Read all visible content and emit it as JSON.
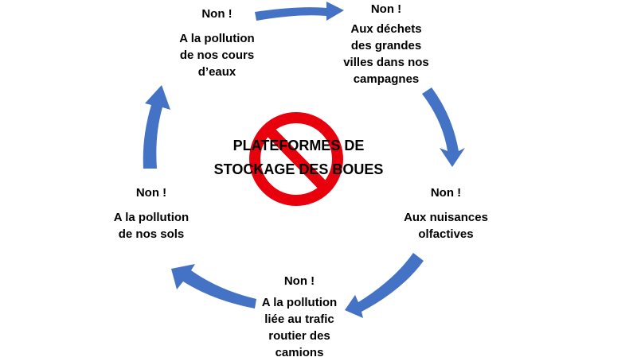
{
  "center": {
    "title": "PLATEFORMES DE\nSTOCKAGE DES BOUES",
    "icon": "no-entry-sign-icon"
  },
  "nodes": [
    {
      "id": "top-left",
      "head": "Non !",
      "body": "A la pollution\nde nos cours\nd’eaux"
    },
    {
      "id": "top-right",
      "head": "Non !",
      "body": "Aux déchets\ndes grandes\nvilles dans nos\ncampagnes"
    },
    {
      "id": "right",
      "head": "Non !",
      "body": "Aux nuisances\nolfactives"
    },
    {
      "id": "bottom",
      "head": "Non !",
      "body": "A la pollution\nliée au trafic\nroutier des\ncamions"
    },
    {
      "id": "left",
      "head": "Non !",
      "body": "A la pollution\nde nos sols"
    }
  ],
  "colors": {
    "arrow": "#4472c4",
    "prohibition": "#e8000c"
  }
}
